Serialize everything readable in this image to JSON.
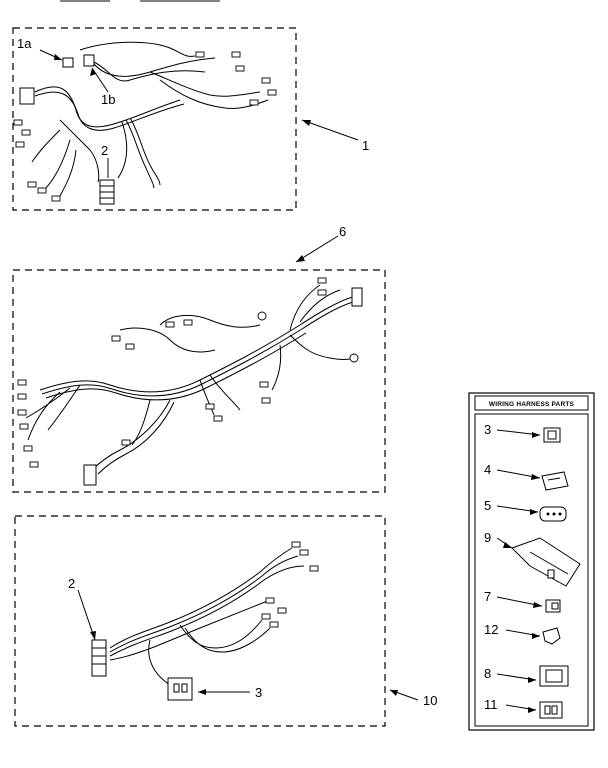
{
  "callouts": {
    "c1a": "1a",
    "c1b": "1b",
    "c2_top": "2",
    "c1": "1",
    "c6": "6",
    "c2_bottom": "2",
    "c3_bottom": "3",
    "c10": "10"
  },
  "legend": {
    "title": "WIRING HARNESS PARTS",
    "items": [
      "3",
      "4",
      "5",
      "9",
      "7",
      "12",
      "8",
      "11"
    ]
  }
}
